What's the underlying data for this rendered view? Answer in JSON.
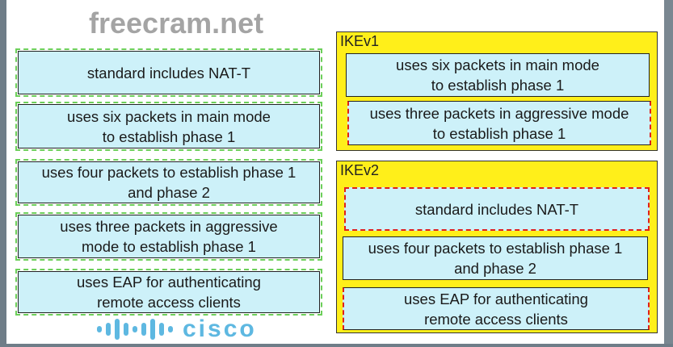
{
  "source_items": [
    {
      "text": "standard includes NAT-T"
    },
    {
      "text": "uses six packets in main mode to establish phase 1"
    },
    {
      "text": "uses four packets to establish phase 1 and phase 2"
    },
    {
      "text": "uses three packets in aggressive mode to establish phase 1"
    },
    {
      "text": "uses EAP for authenticating remote access clients"
    }
  ],
  "targets": [
    {
      "title": "IKEv1",
      "items": [
        {
          "text": "uses six packets in main mode to establish phase 1"
        },
        {
          "text": "uses three packets in aggressive mode to establish phase 1"
        }
      ]
    },
    {
      "title": "IKEv2",
      "items": [
        {
          "text": "standard includes NAT-T"
        },
        {
          "text": "uses four packets to establish phase 1 and phase 2"
        },
        {
          "text": "uses EAP for authenticating remote access clients"
        }
      ]
    }
  ],
  "watermark": {
    "text": "freecram.net",
    "logo": "cisco"
  }
}
